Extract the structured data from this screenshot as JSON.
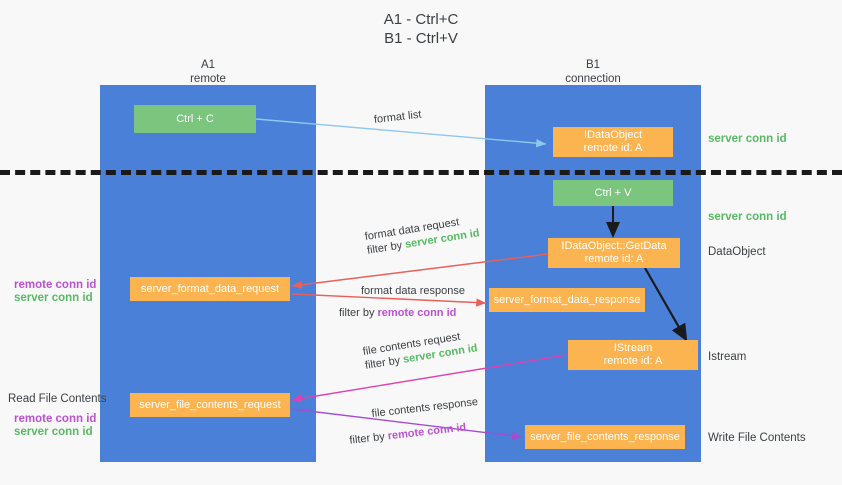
{
  "title": {
    "line1": "A1 - Ctrl+C",
    "line2": "B1 - Ctrl+V"
  },
  "columns": {
    "left": {
      "name": "A1",
      "role": "remote"
    },
    "right": {
      "name": "B1",
      "role": "connection"
    }
  },
  "nodes": {
    "ctrl_c": {
      "label": "Ctrl + C"
    },
    "ole_set_clipboard": {
      "line1": "IDataObject",
      "line2": "remote id: A"
    },
    "ctrl_v": {
      "label": "Ctrl + V"
    },
    "idataobject_getdata": {
      "line1": "IDataObject::GetData",
      "line2": "remote id: A"
    },
    "server_format_data_request": {
      "label": "server_format_data_request"
    },
    "server_format_data_response": {
      "label": "server_format_data_response"
    },
    "istream": {
      "line1": "IStream",
      "line2": "remote id: A"
    },
    "server_file_contents_request": {
      "label": "server_file_contents_request"
    },
    "server_file_contents_response": {
      "label": "server_file_contents_response"
    }
  },
  "edges": {
    "format_list": {
      "label": "format list"
    },
    "format_data_request": {
      "line1": "format data request",
      "filter_prefix": "filter by ",
      "filter_key": "server conn id"
    },
    "format_data_response": {
      "line1": "format data response",
      "filter_prefix": "filter by ",
      "filter_key": "remote conn id"
    },
    "file_contents_request": {
      "line1": "file contents request",
      "filter_prefix": "filter by ",
      "filter_key": "server conn id"
    },
    "file_contents_response": {
      "line1": "file contents response",
      "filter_prefix": "filter by ",
      "filter_key": "remote conn id"
    }
  },
  "annotations": {
    "right_server_conn_id_top": "server conn id",
    "right_server_conn_id_second": "server conn id",
    "right_dataobject": "DataObject",
    "right_istream": "Istream",
    "right_write_file_contents": "Write File Contents",
    "left_remote_conn_id_1": "remote conn id",
    "left_server_conn_id_1": "server conn id",
    "left_read_file_contents": "Read File Contents",
    "left_remote_conn_id_2": "remote conn id",
    "left_server_conn_id_2": "server conn id"
  },
  "colors": {
    "lane_blue": "#4a80d8",
    "node_green": "#7cc57e",
    "node_orange": "#fbb450",
    "conn_green": "#57bb63",
    "conn_purple": "#bb52d4",
    "edge_light_blue": "#8ec8ef",
    "edge_red": "#e8605a",
    "edge_magenta": "#e040b0",
    "edge_purple": "#a64cd0",
    "edge_black": "#1a1a1a",
    "background": "#f8f8f8"
  }
}
